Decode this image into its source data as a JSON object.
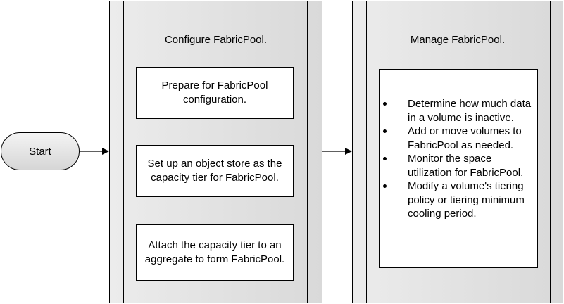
{
  "start": {
    "label": "Start"
  },
  "lanes": [
    {
      "title": "Configure FabricPool.",
      "steps": [
        "Prepare for FabricPool configuration.",
        "Set up an object store as the capacity tier for FabricPool.",
        "Attach the capacity tier to an aggregate to form FabricPool."
      ]
    },
    {
      "title": "Manage FabricPool.",
      "items": [
        "Determine how much data in a volume is inactive.",
        "Add or move volumes to FabricPool as needed.",
        "Monitor the space utilization for FabricPool.",
        "Modify a volume's tiering policy or tiering minimum cooling period."
      ]
    }
  ]
}
